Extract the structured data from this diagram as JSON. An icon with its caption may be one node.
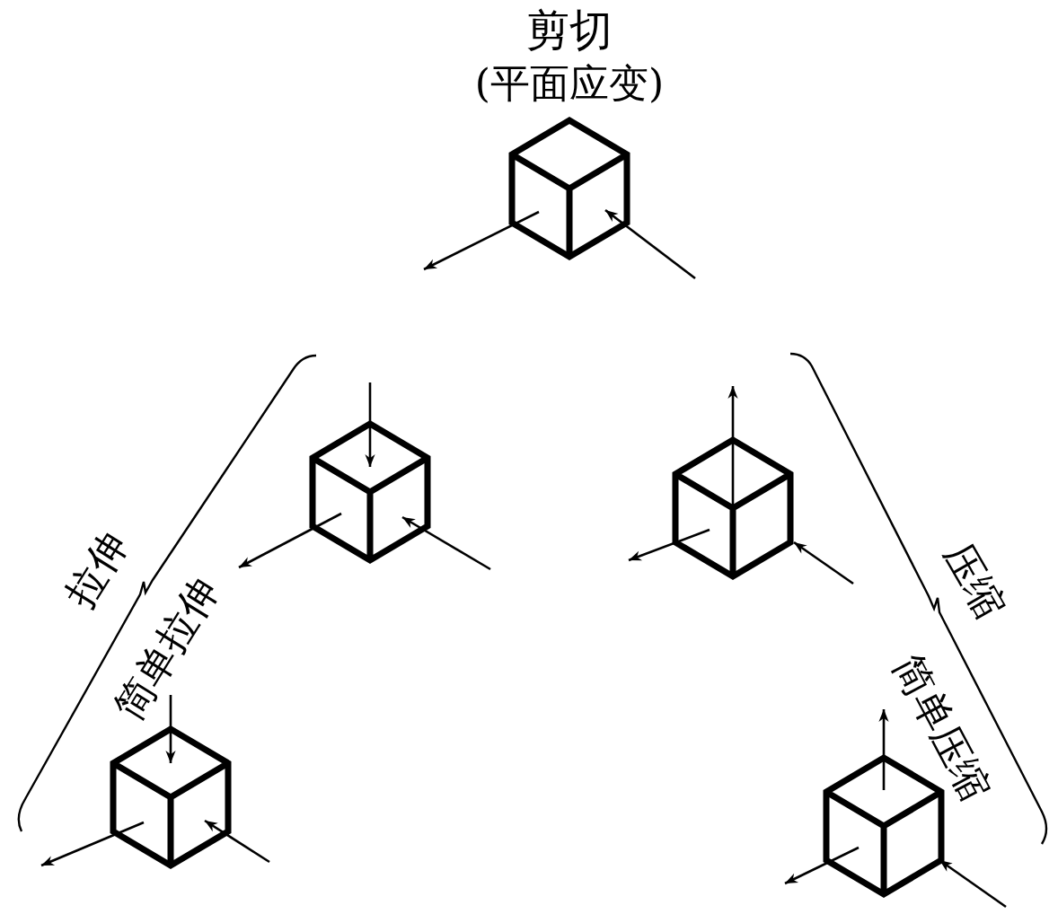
{
  "diagram": {
    "labels": [
      "剪切",
      "(平面应变)",
      "拉伸",
      "简单拉伸",
      "压缩",
      "简单压缩"
    ]
  }
}
